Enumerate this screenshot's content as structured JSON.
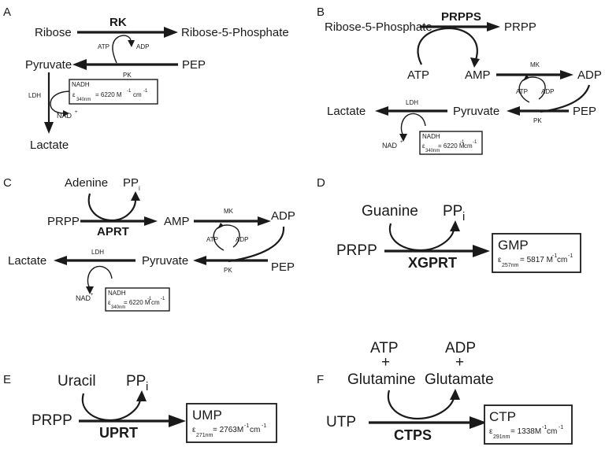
{
  "panels": {
    "A": {
      "letter": "A",
      "ribose": "Ribose",
      "rk": "RK",
      "r5p": "Ribose-5-Phosphate",
      "atp": "ATP",
      "adp": "ADP",
      "pyruvate": "Pyruvate",
      "pep": "PEP",
      "pk": "PK",
      "ldh": "LDH",
      "nadh": "NADH",
      "eps": "ε",
      "eps_sub": "340nm",
      "eps_val": "= 6220 M",
      "exp1": "-1",
      "cm": "cm",
      "exp2": "-1",
      "nad": "NAD",
      "nad_sup": "+",
      "lactate": "Lactate"
    },
    "B": {
      "letter": "B",
      "r5p": "Ribose-5-Phosphate",
      "prpps": "PRPPS",
      "prpp": "PRPP",
      "atp_big": "ATP",
      "amp": "AMP",
      "mk": "MK",
      "adp_big": "ADP",
      "atp": "ATP",
      "adp": "ADP",
      "lactate": "Lactate",
      "ldh": "LDH",
      "pyruvate": "Pyruvate",
      "pep": "PEP",
      "pk": "PK",
      "nadh": "NADH",
      "eps": "ε",
      "eps_sub": "340nm",
      "eps_val": "= 6220 M",
      "exp1": "-1",
      "cm": "cm",
      "exp2": "-1",
      "nad": "NAD",
      "nad_sup": "+"
    },
    "C": {
      "letter": "C",
      "adenine": "Adenine",
      "ppi": "PP",
      "ppi_sub": "i",
      "prpp": "PRPP",
      "aprt": "APRT",
      "amp": "AMP",
      "mk": "MK",
      "adp_big": "ADP",
      "atp": "ATP",
      "adp": "ADP",
      "lactate": "Lactate",
      "ldh": "LDH",
      "pyruvate": "Pyruvate",
      "pep": "PEP",
      "pk": "PK",
      "nadh": "NADH",
      "eps": "ε",
      "eps_sub": "340nm",
      "eps_val": "= 6220 M",
      "exp1": "-1",
      "cm": "cm",
      "exp2": "-1",
      "nad": "NAD",
      "nad_sup": "+"
    },
    "D": {
      "letter": "D",
      "base": "Guanine",
      "ppi": "PP",
      "ppi_sub": "i",
      "prpp": "PRPP",
      "enzyme": "XGPRT",
      "product": "GMP",
      "eps": "ε",
      "eps_sub": "257nm",
      "eps_val": "= 5817 M",
      "exp1": "-1",
      "cm": "cm",
      "exp2": "-1"
    },
    "E": {
      "letter": "E",
      "base": "Uracil",
      "ppi": "PP",
      "ppi_sub": "i",
      "prpp": "PRPP",
      "enzyme": "UPRT",
      "product": "UMP",
      "eps": "ε",
      "eps_sub": "271nm",
      "eps_val": "= 2763M",
      "exp1": "-1",
      "cm": "cm",
      "exp2": "-1"
    },
    "F": {
      "letter": "F",
      "atp": "ATP",
      "plus1": "+",
      "glutamine": "Glutamine",
      "adp": "ADP",
      "plus2": "+",
      "glutamate": "Glutamate",
      "utp": "UTP",
      "enzyme": "CTPS",
      "product": "CTP",
      "eps": "ε",
      "eps_sub": "291nm",
      "eps_val": "= 1338M",
      "exp1": "-1",
      "cm": "cm",
      "exp2": "-1"
    }
  }
}
